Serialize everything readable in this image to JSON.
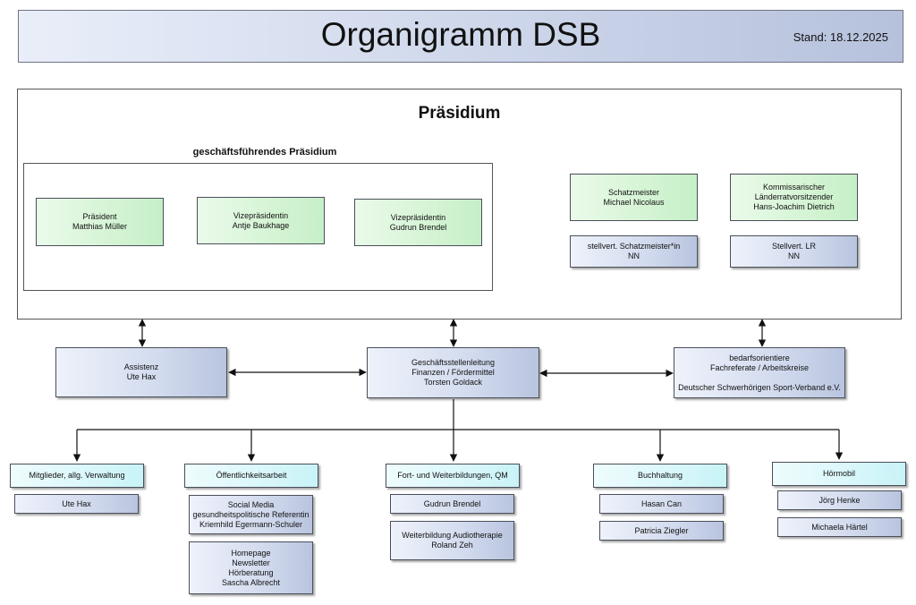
{
  "header": {
    "title": "Organigramm DSB",
    "stand": "Stand: 18.12.2025"
  },
  "praesidium": {
    "title": "Präsidium",
    "gf_title": "geschäftsführendes Präsidium",
    "praesident": "Präsident\nMatthias Müller",
    "vize1": "Vizepräsidentin\nAntje Baukhage",
    "vize2": "Vizepräsidentin\nGudrun Brendel",
    "schatzmeister": "Schatzmeister\nMichael Nicolaus",
    "laenderrat": "Kommissarischer\nLänderratvorsitzender\nHans-Joachim Dietrich",
    "stv_schatzmeister": "stellvert. Schatzmeister*in\nNN",
    "stv_lr": "Stellvert. LR\nNN"
  },
  "level2": {
    "assistenz": "Assistenz\nUte Hax",
    "geschaeftsstelle": "Geschäftsstellenleitung\nFinanzen / Fördermittel\nTorsten Goldack",
    "fachreferate": "bedarfsorientiere\nFachreferate / Arbeitskreise\n\nDeutscher Schwerhörigen Sport-Verband e.V."
  },
  "departments": {
    "mitglieder": {
      "title": "Mitglieder, allg. Verwaltung",
      "items": [
        "Ute Hax"
      ]
    },
    "oeffentlichkeit": {
      "title": "Öffentlichkeitsarbeit",
      "items": [
        "Social Media\ngesundheitspolitische Referentin\nKriemhild Egermann-Schuler",
        "Homepage\nNewsletter\nHörberatung\nSascha Albrecht"
      ]
    },
    "fortbildung": {
      "title": "Fort- und Weiterbildungen, QM",
      "items": [
        "Gudrun Brendel",
        "Weiterbildung Audiotherapie\nRoland Zeh"
      ]
    },
    "buchhaltung": {
      "title": "Buchhaltung",
      "items": [
        "Hasan Can",
        "Patricia Ziegler"
      ]
    },
    "hoermobil": {
      "title": "Hörmobil",
      "items": [
        "Jörg Henke",
        "Michaela  Härtel"
      ]
    }
  }
}
